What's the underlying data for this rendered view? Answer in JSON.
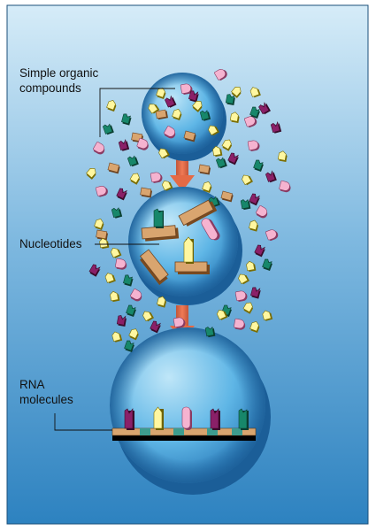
{
  "labels": {
    "compounds_line1": "Simple organic",
    "compounds_line2": "compounds",
    "nucleotides": "Nucleotides",
    "rna_line1": "RNA",
    "rna_line2": "molecules"
  },
  "colors": {
    "background_top": "#d6ecf8",
    "background_bottom": "#2d82c0",
    "sphere_light": "#a9dcf3",
    "sphere_dark": "#1f6fb0",
    "arrow": "#f07a55",
    "tan": "#d9a56f",
    "yellow": "#fff7a0",
    "pink": "#f5b3d0",
    "green": "#17876a",
    "purple": "#8a2068"
  }
}
